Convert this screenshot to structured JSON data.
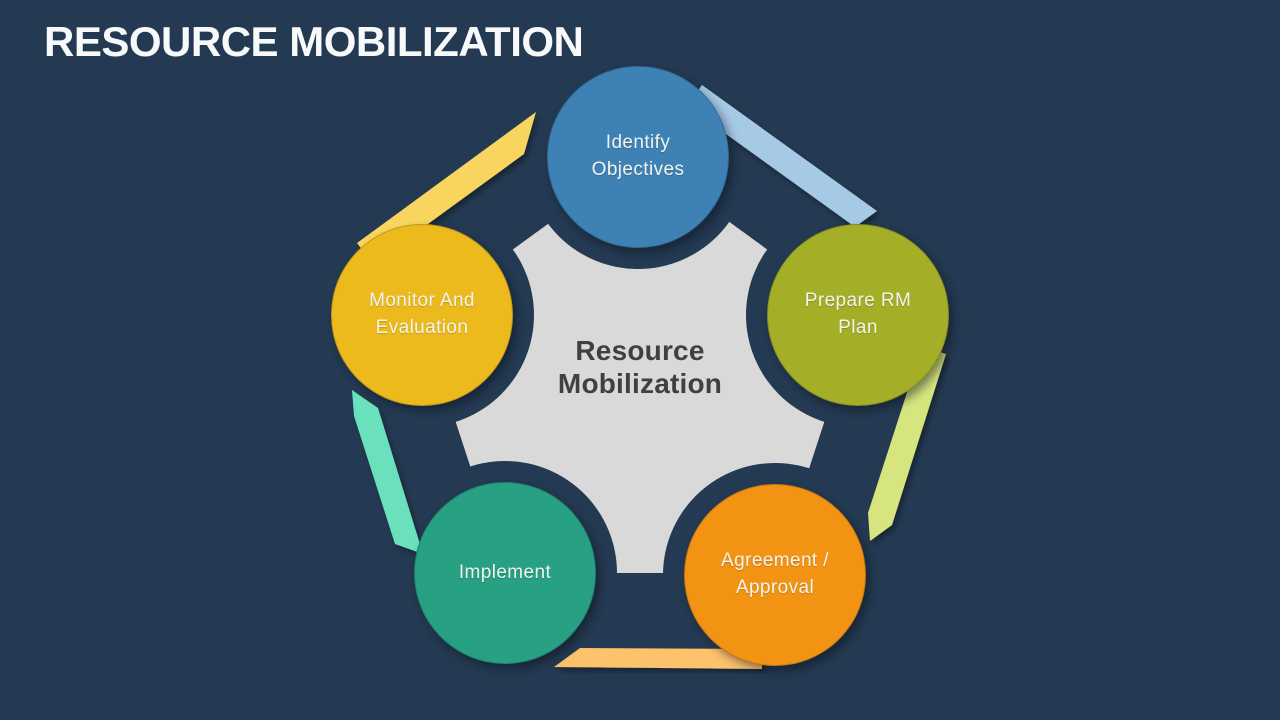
{
  "slide": {
    "title": "RESOURCE MOBILIZATION",
    "background_color": "#243a52",
    "title_color": "#f8f9fa"
  },
  "diagram": {
    "type": "pentagon-cycle",
    "center": {
      "label": "Resource Mobilization",
      "shape": "pentagon-gear",
      "fill": "#d9d9d9",
      "text_color": "#404040"
    },
    "nodes": [
      {
        "label": "Identify Objectives",
        "color": "#3e82b5",
        "position": "top"
      },
      {
        "label": "Prepare RM Plan",
        "color": "#a5ae27",
        "position": "upper-right"
      },
      {
        "label": "Agreement / Approval",
        "color": "#f29314",
        "position": "lower-right"
      },
      {
        "label": "Implement",
        "color": "#27a083",
        "position": "lower-left"
      },
      {
        "label": "Monitor And Evaluation",
        "color": "#ecba1d",
        "position": "upper-left"
      }
    ],
    "connectors": [
      {
        "name": "monitor-to-identify",
        "color": "#f8d55f"
      },
      {
        "name": "identify-to-prepare",
        "color": "#a6c9e6"
      },
      {
        "name": "prepare-to-agreement",
        "color": "#d6e57e"
      },
      {
        "name": "agreement-to-implement",
        "color": "#fcc26c"
      },
      {
        "name": "implement-to-monitor",
        "color": "#6be0bd"
      }
    ]
  }
}
